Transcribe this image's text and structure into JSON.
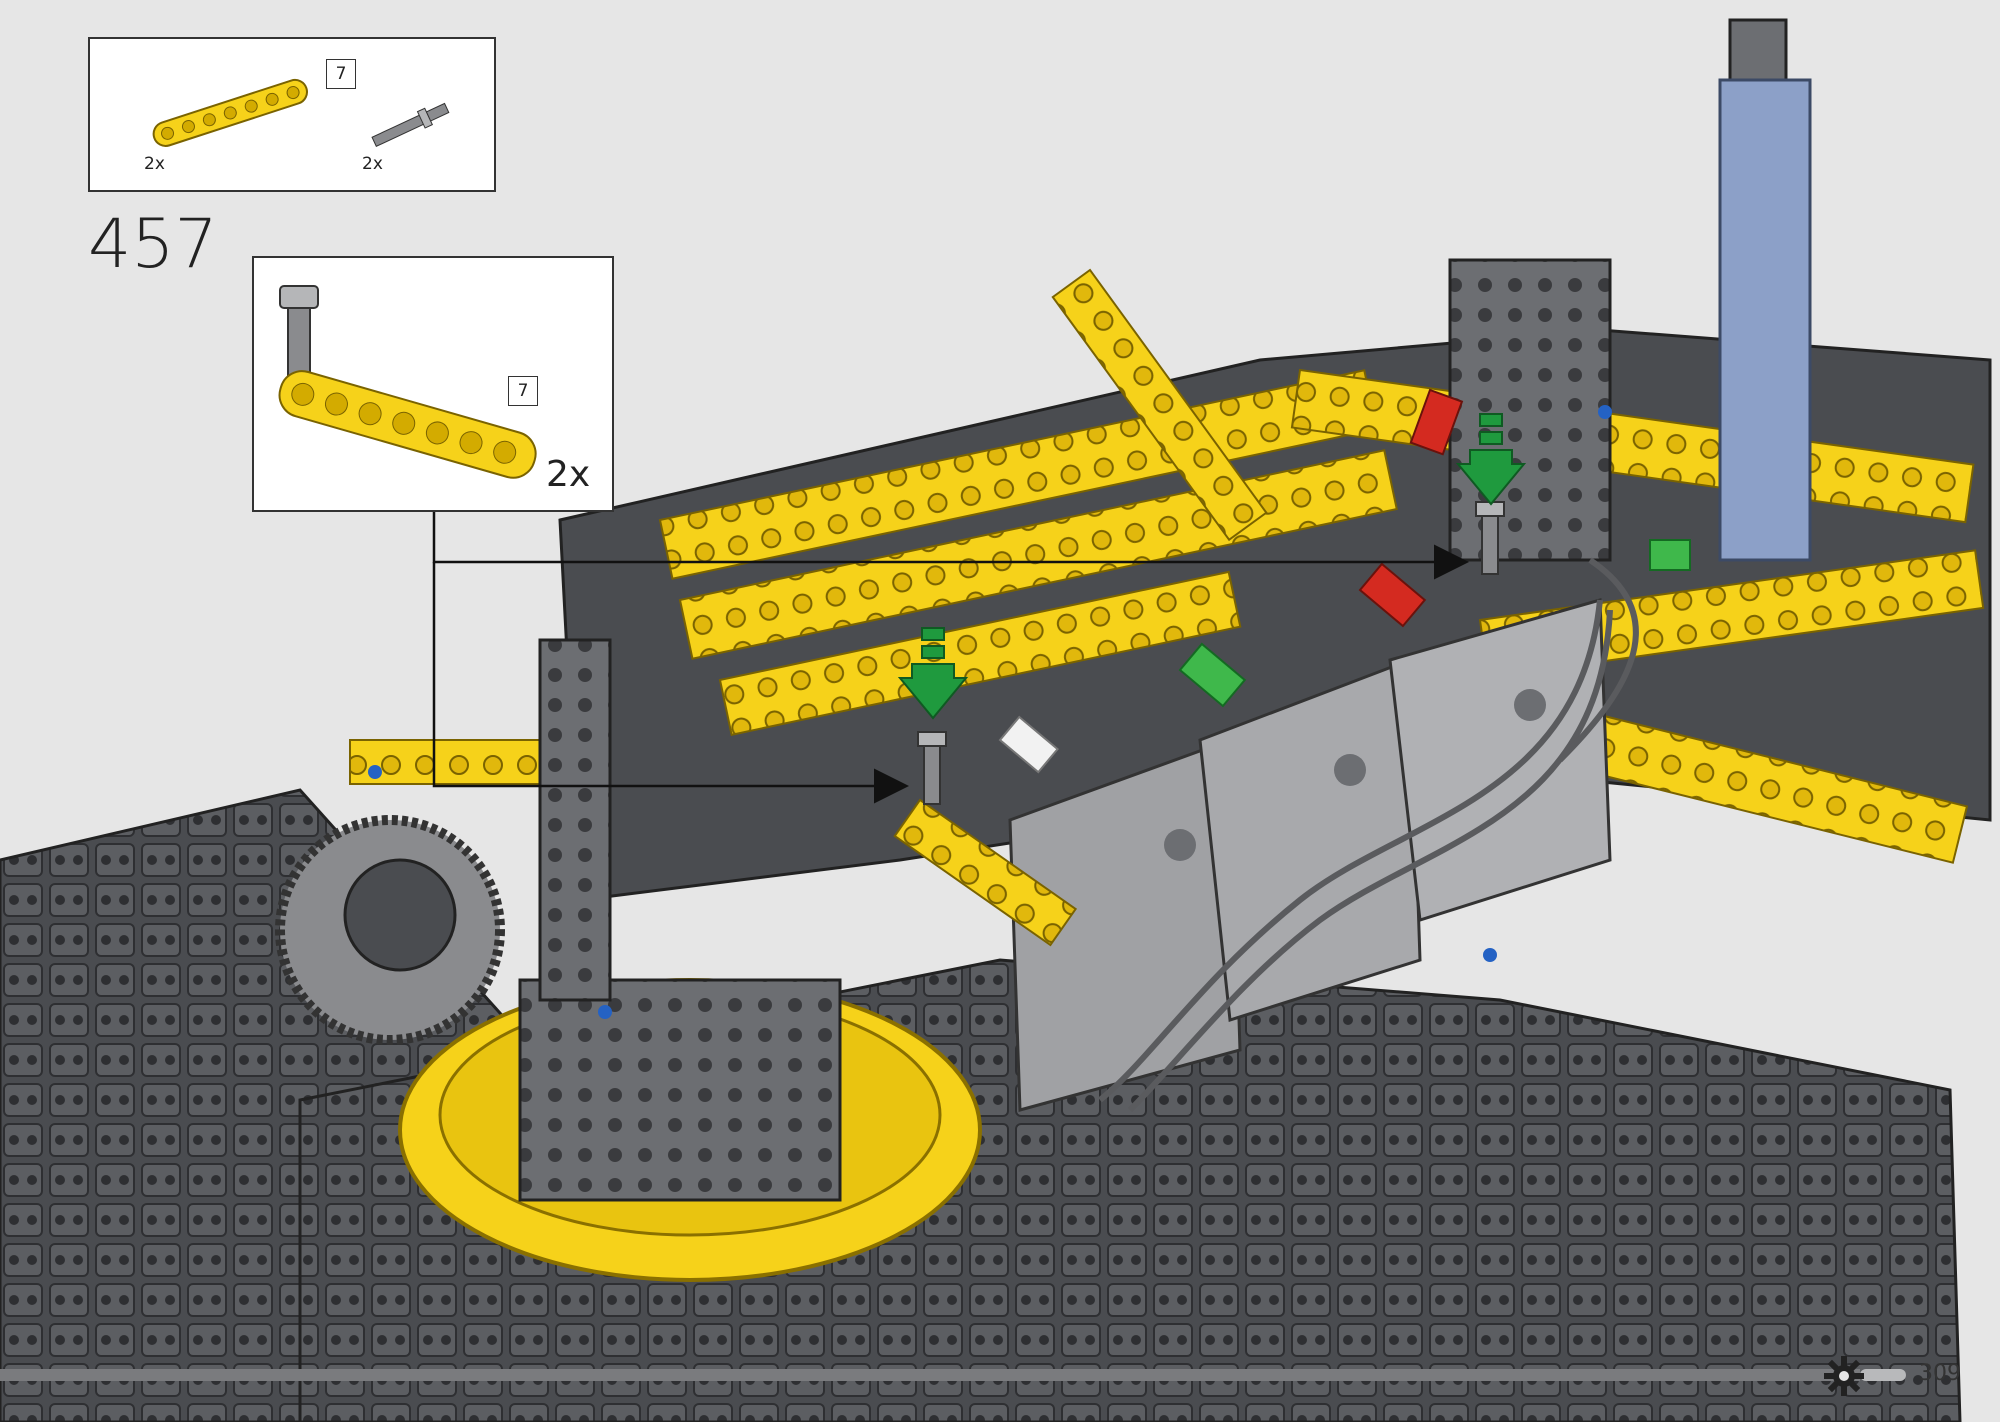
{
  "parts_list": {
    "items": [
      {
        "name": "yellow-beam-7",
        "quantity": "2x",
        "length_label": "7"
      },
      {
        "name": "grey-axle-pin",
        "quantity": "2x"
      }
    ]
  },
  "step": {
    "number": "457",
    "callout": {
      "length_label": "7",
      "quantity": "2x"
    }
  },
  "footer": {
    "page_number": "309",
    "icon": "gear-icon"
  },
  "colors": {
    "background": "#e6e6e6",
    "beam_yellow": "#f6d21a",
    "dark_grey": "#4a4c50",
    "mid_grey": "#9a9b9e",
    "insert_arrow_green": "#1f9a3e",
    "accent_red": "#d42a20",
    "accent_green": "#3fb84b",
    "blue_pin": "#2462c4",
    "sand_blue": "#8ca0c8"
  }
}
